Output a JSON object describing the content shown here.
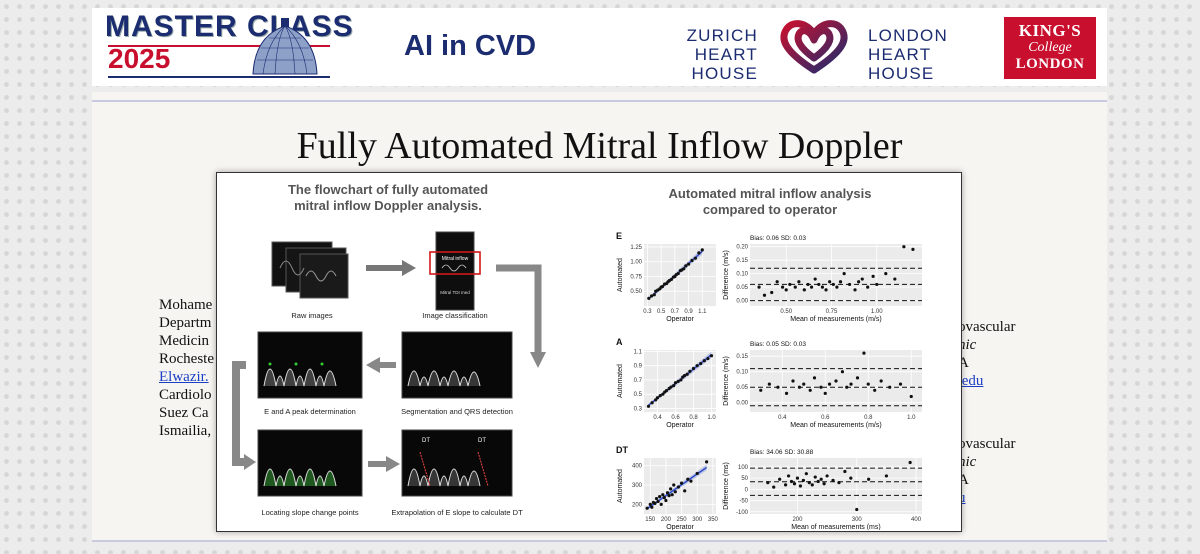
{
  "header": {
    "master_class": "MASTER CLASS",
    "year": "2025",
    "course": "AI in CVD",
    "zurich_line1": "ZURICH",
    "zurich_line2": "HEART HOUSE",
    "london_line1": "LONDON",
    "london_line2": "HEART HOUSE",
    "kings_line1": "KING'S",
    "kings_line2": "College",
    "kings_line3": "LONDON"
  },
  "slide": {
    "title": "Fully Automated Mitral Inflow Doppler",
    "left_text": [
      "Mohame",
      "Departm",
      "Medicin",
      "Rocheste",
      "Elwazir.",
      "Cardiolo",
      "Suez Ca",
      "Ismailia,"
    ],
    "right_text": [
      "ovascular",
      "nic",
      "A",
      ".edu",
      "ovascular",
      "nic",
      "A",
      "u"
    ]
  },
  "flowchart": {
    "title_line1": "The flowchart of fully automated",
    "title_line2": "mitral inflow Doppler analysis.",
    "captions": {
      "raw": "Raw images",
      "classification": "Image classification",
      "segmentation": "Segmentation and QRS detection",
      "peaks": "E and A peak determination",
      "slope": "Locating slope change points",
      "extrapolation": "Extrapolation of E slope to calculate DT"
    },
    "box_label1": "Mitral inflow",
    "box_label2": "Mitral TDI med",
    "dt_label": "DT"
  },
  "chart_title_line1": "Automated  mitral inflow analysis",
  "chart_title_line2": "compared to operator",
  "colors": {
    "navy": "#1b2c70",
    "red": "#c8102e",
    "fit_line": "#2a48c8"
  },
  "chart_data": [
    {
      "type": "scatter",
      "panel": "E",
      "title": "E",
      "xlabel": "Operator",
      "ylabel": "Automated",
      "xlim": [
        0.25,
        1.3
      ],
      "ylim": [
        0.25,
        1.3
      ],
      "xticks": [
        0.3,
        0.5,
        0.7,
        0.9,
        1.1
      ],
      "yticks": [
        0.5,
        0.75,
        1.0,
        1.25
      ],
      "tick_labels_x": [
        "0.3",
        "0.5",
        "0.7",
        "0.9",
        "1.1"
      ],
      "tick_labels_y": [
        "0.50",
        "0.75",
        "1.00",
        "1.25"
      ],
      "x": [
        0.32,
        0.36,
        0.4,
        0.42,
        0.45,
        0.48,
        0.5,
        0.52,
        0.55,
        0.58,
        0.6,
        0.62,
        0.65,
        0.68,
        0.7,
        0.72,
        0.75,
        0.78,
        0.8,
        0.83,
        0.86,
        0.9,
        0.95,
        1.0,
        1.05,
        1.1
      ],
      "y": [
        0.38,
        0.42,
        0.44,
        0.5,
        0.52,
        0.54,
        0.57,
        0.58,
        0.62,
        0.63,
        0.66,
        0.68,
        0.7,
        0.74,
        0.75,
        0.78,
        0.8,
        0.85,
        0.86,
        0.88,
        0.93,
        0.96,
        1.02,
        1.06,
        1.15,
        1.2
      ]
    },
    {
      "type": "scatter",
      "panel": "E-bland-altman",
      "subtitle": "Bias: 0.06   SD: 0.03",
      "xlabel": "Mean of measurements  (m/s)",
      "ylabel": "Difference  (m/s)",
      "xlim": [
        0.3,
        1.25
      ],
      "ylim": [
        -0.02,
        0.21
      ],
      "xticks": [
        0.5,
        0.75,
        1.0
      ],
      "yticks": [
        0.0,
        0.05,
        0.1,
        0.15,
        0.2
      ],
      "tick_labels_x": [
        "0.50",
        "0.75",
        "1.00"
      ],
      "tick_labels_y": [
        "0.00",
        "0.05",
        "0.10",
        "0.15",
        "0.20"
      ],
      "hlines": [
        0.12,
        0.06,
        0.0
      ],
      "x": [
        0.35,
        0.38,
        0.42,
        0.45,
        0.48,
        0.5,
        0.52,
        0.55,
        0.57,
        0.6,
        0.62,
        0.64,
        0.66,
        0.68,
        0.7,
        0.72,
        0.74,
        0.76,
        0.78,
        0.8,
        0.82,
        0.85,
        0.88,
        0.9,
        0.92,
        0.95,
        0.98,
        1.0,
        1.05,
        1.1,
        1.15,
        1.2
      ],
      "y": [
        0.05,
        0.02,
        0.03,
        0.07,
        0.05,
        0.04,
        0.06,
        0.05,
        0.07,
        0.04,
        0.06,
        0.05,
        0.08,
        0.06,
        0.05,
        0.04,
        0.07,
        0.06,
        0.05,
        0.07,
        0.1,
        0.06,
        0.04,
        0.07,
        0.08,
        0.05,
        0.09,
        0.06,
        0.1,
        0.08,
        0.2,
        0.19
      ]
    },
    {
      "type": "scatter",
      "panel": "A",
      "title": "A",
      "xlabel": "Operator",
      "ylabel": "Automated",
      "xlim": [
        0.25,
        1.05
      ],
      "ylim": [
        0.25,
        1.12
      ],
      "xticks": [
        0.4,
        0.6,
        0.8,
        1.0
      ],
      "yticks": [
        0.3,
        0.5,
        0.7,
        0.9,
        1.1
      ],
      "tick_labels_x": [
        "0.4",
        "0.6",
        "0.8",
        "1.0"
      ],
      "tick_labels_y": [
        "0.3",
        "0.5",
        "0.7",
        "0.9",
        "1.1"
      ],
      "x": [
        0.3,
        0.34,
        0.38,
        0.4,
        0.43,
        0.46,
        0.48,
        0.5,
        0.53,
        0.55,
        0.58,
        0.6,
        0.63,
        0.66,
        0.68,
        0.7,
        0.73,
        0.76,
        0.8,
        0.84,
        0.88,
        0.92,
        0.96,
        1.0
      ],
      "y": [
        0.33,
        0.38,
        0.42,
        0.45,
        0.48,
        0.5,
        0.53,
        0.55,
        0.58,
        0.6,
        0.62,
        0.66,
        0.68,
        0.7,
        0.74,
        0.76,
        0.78,
        0.82,
        0.86,
        0.9,
        0.93,
        0.97,
        1.0,
        1.04
      ]
    },
    {
      "type": "scatter",
      "panel": "A-bland-altman",
      "subtitle": "Bias: 0.05   SD: 0.03",
      "xlabel": "Mean of measurements  (m/s)",
      "ylabel": "Difference  (m/s)",
      "xlim": [
        0.25,
        1.05
      ],
      "ylim": [
        -0.03,
        0.17
      ],
      "xticks": [
        0.4,
        0.6,
        0.8,
        1.0
      ],
      "yticks": [
        0.0,
        0.05,
        0.1,
        0.15
      ],
      "tick_labels_x": [
        "0.4",
        "0.6",
        "0.8",
        "1.0"
      ],
      "tick_labels_y": [
        "0.00",
        "0.05",
        "0.10",
        "0.15"
      ],
      "hlines": [
        0.11,
        0.05,
        -0.01
      ],
      "x": [
        0.3,
        0.34,
        0.38,
        0.42,
        0.45,
        0.48,
        0.5,
        0.53,
        0.55,
        0.58,
        0.6,
        0.62,
        0.65,
        0.68,
        0.7,
        0.72,
        0.75,
        0.78,
        0.8,
        0.83,
        0.86,
        0.9,
        0.95,
        1.0
      ],
      "y": [
        0.04,
        0.06,
        0.05,
        0.03,
        0.07,
        0.05,
        0.06,
        0.04,
        0.08,
        0.05,
        0.03,
        0.06,
        0.07,
        0.1,
        0.05,
        0.06,
        0.08,
        0.16,
        0.06,
        0.04,
        0.07,
        0.05,
        0.06,
        0.02
      ]
    },
    {
      "type": "scatter",
      "panel": "DT",
      "title": "DT",
      "xlabel": "Operator",
      "ylabel": "Automated",
      "xlim": [
        130,
        360
      ],
      "ylim": [
        150,
        440
      ],
      "xticks": [
        150,
        200,
        250,
        300,
        350
      ],
      "yticks": [
        200,
        300,
        400
      ],
      "tick_labels_x": [
        "150",
        "200",
        "250",
        "300",
        "350"
      ],
      "tick_labels_y": [
        "200",
        "300",
        "400"
      ],
      "x": [
        140,
        150,
        155,
        160,
        165,
        170,
        175,
        180,
        185,
        190,
        195,
        200,
        205,
        210,
        215,
        220,
        225,
        230,
        240,
        250,
        260,
        270,
        280,
        300,
        330
      ],
      "y": [
        180,
        200,
        185,
        210,
        205,
        230,
        215,
        240,
        200,
        250,
        235,
        220,
        260,
        245,
        280,
        250,
        300,
        265,
        290,
        310,
        270,
        330,
        320,
        360,
        420
      ]
    },
    {
      "type": "scatter",
      "panel": "DT-bland-altman",
      "subtitle": "Bias: 34.06   SD: 30.88",
      "xlabel": "Mean of measurements  (ms)",
      "ylabel": "Difference  (ms)",
      "xlim": [
        120,
        410
      ],
      "ylim": [
        -110,
        140
      ],
      "xticks": [
        200,
        300,
        400
      ],
      "yticks": [
        -100,
        -50,
        0,
        50,
        100
      ],
      "tick_labels_x": [
        "200",
        "300",
        "400"
      ],
      "tick_labels_y": [
        "-100",
        "-50",
        "0",
        "50",
        "100"
      ],
      "hlines": [
        95,
        34,
        -27
      ],
      "x": [
        150,
        160,
        170,
        180,
        185,
        190,
        195,
        200,
        205,
        210,
        215,
        220,
        225,
        230,
        235,
        240,
        245,
        250,
        260,
        270,
        280,
        290,
        300,
        320,
        350,
        390
      ],
      "y": [
        30,
        10,
        45,
        20,
        60,
        35,
        25,
        50,
        15,
        40,
        70,
        30,
        20,
        55,
        35,
        45,
        25,
        60,
        40,
        30,
        80,
        50,
        -90,
        45,
        60,
        120
      ]
    }
  ]
}
